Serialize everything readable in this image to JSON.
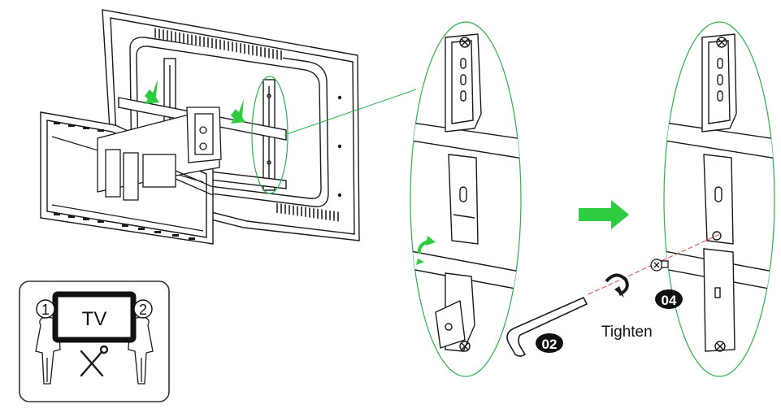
{
  "tv_label": "TV",
  "person_1": "1",
  "person_2": "2",
  "action_label": "Tighten",
  "part_wrench": "02",
  "part_screw": "04",
  "colors": {
    "line": "#1a1a1a",
    "green_arrow": "#2ecc40",
    "zoom_outline": "#2db34a",
    "guide_line": "#e0413a",
    "panel_border": "#333333"
  },
  "icons": [
    "tools-icon",
    "screwdriver-icon",
    "wrench-icon",
    "screw-icon",
    "rotate-arrow-icon",
    "direction-arrow-icon"
  ]
}
